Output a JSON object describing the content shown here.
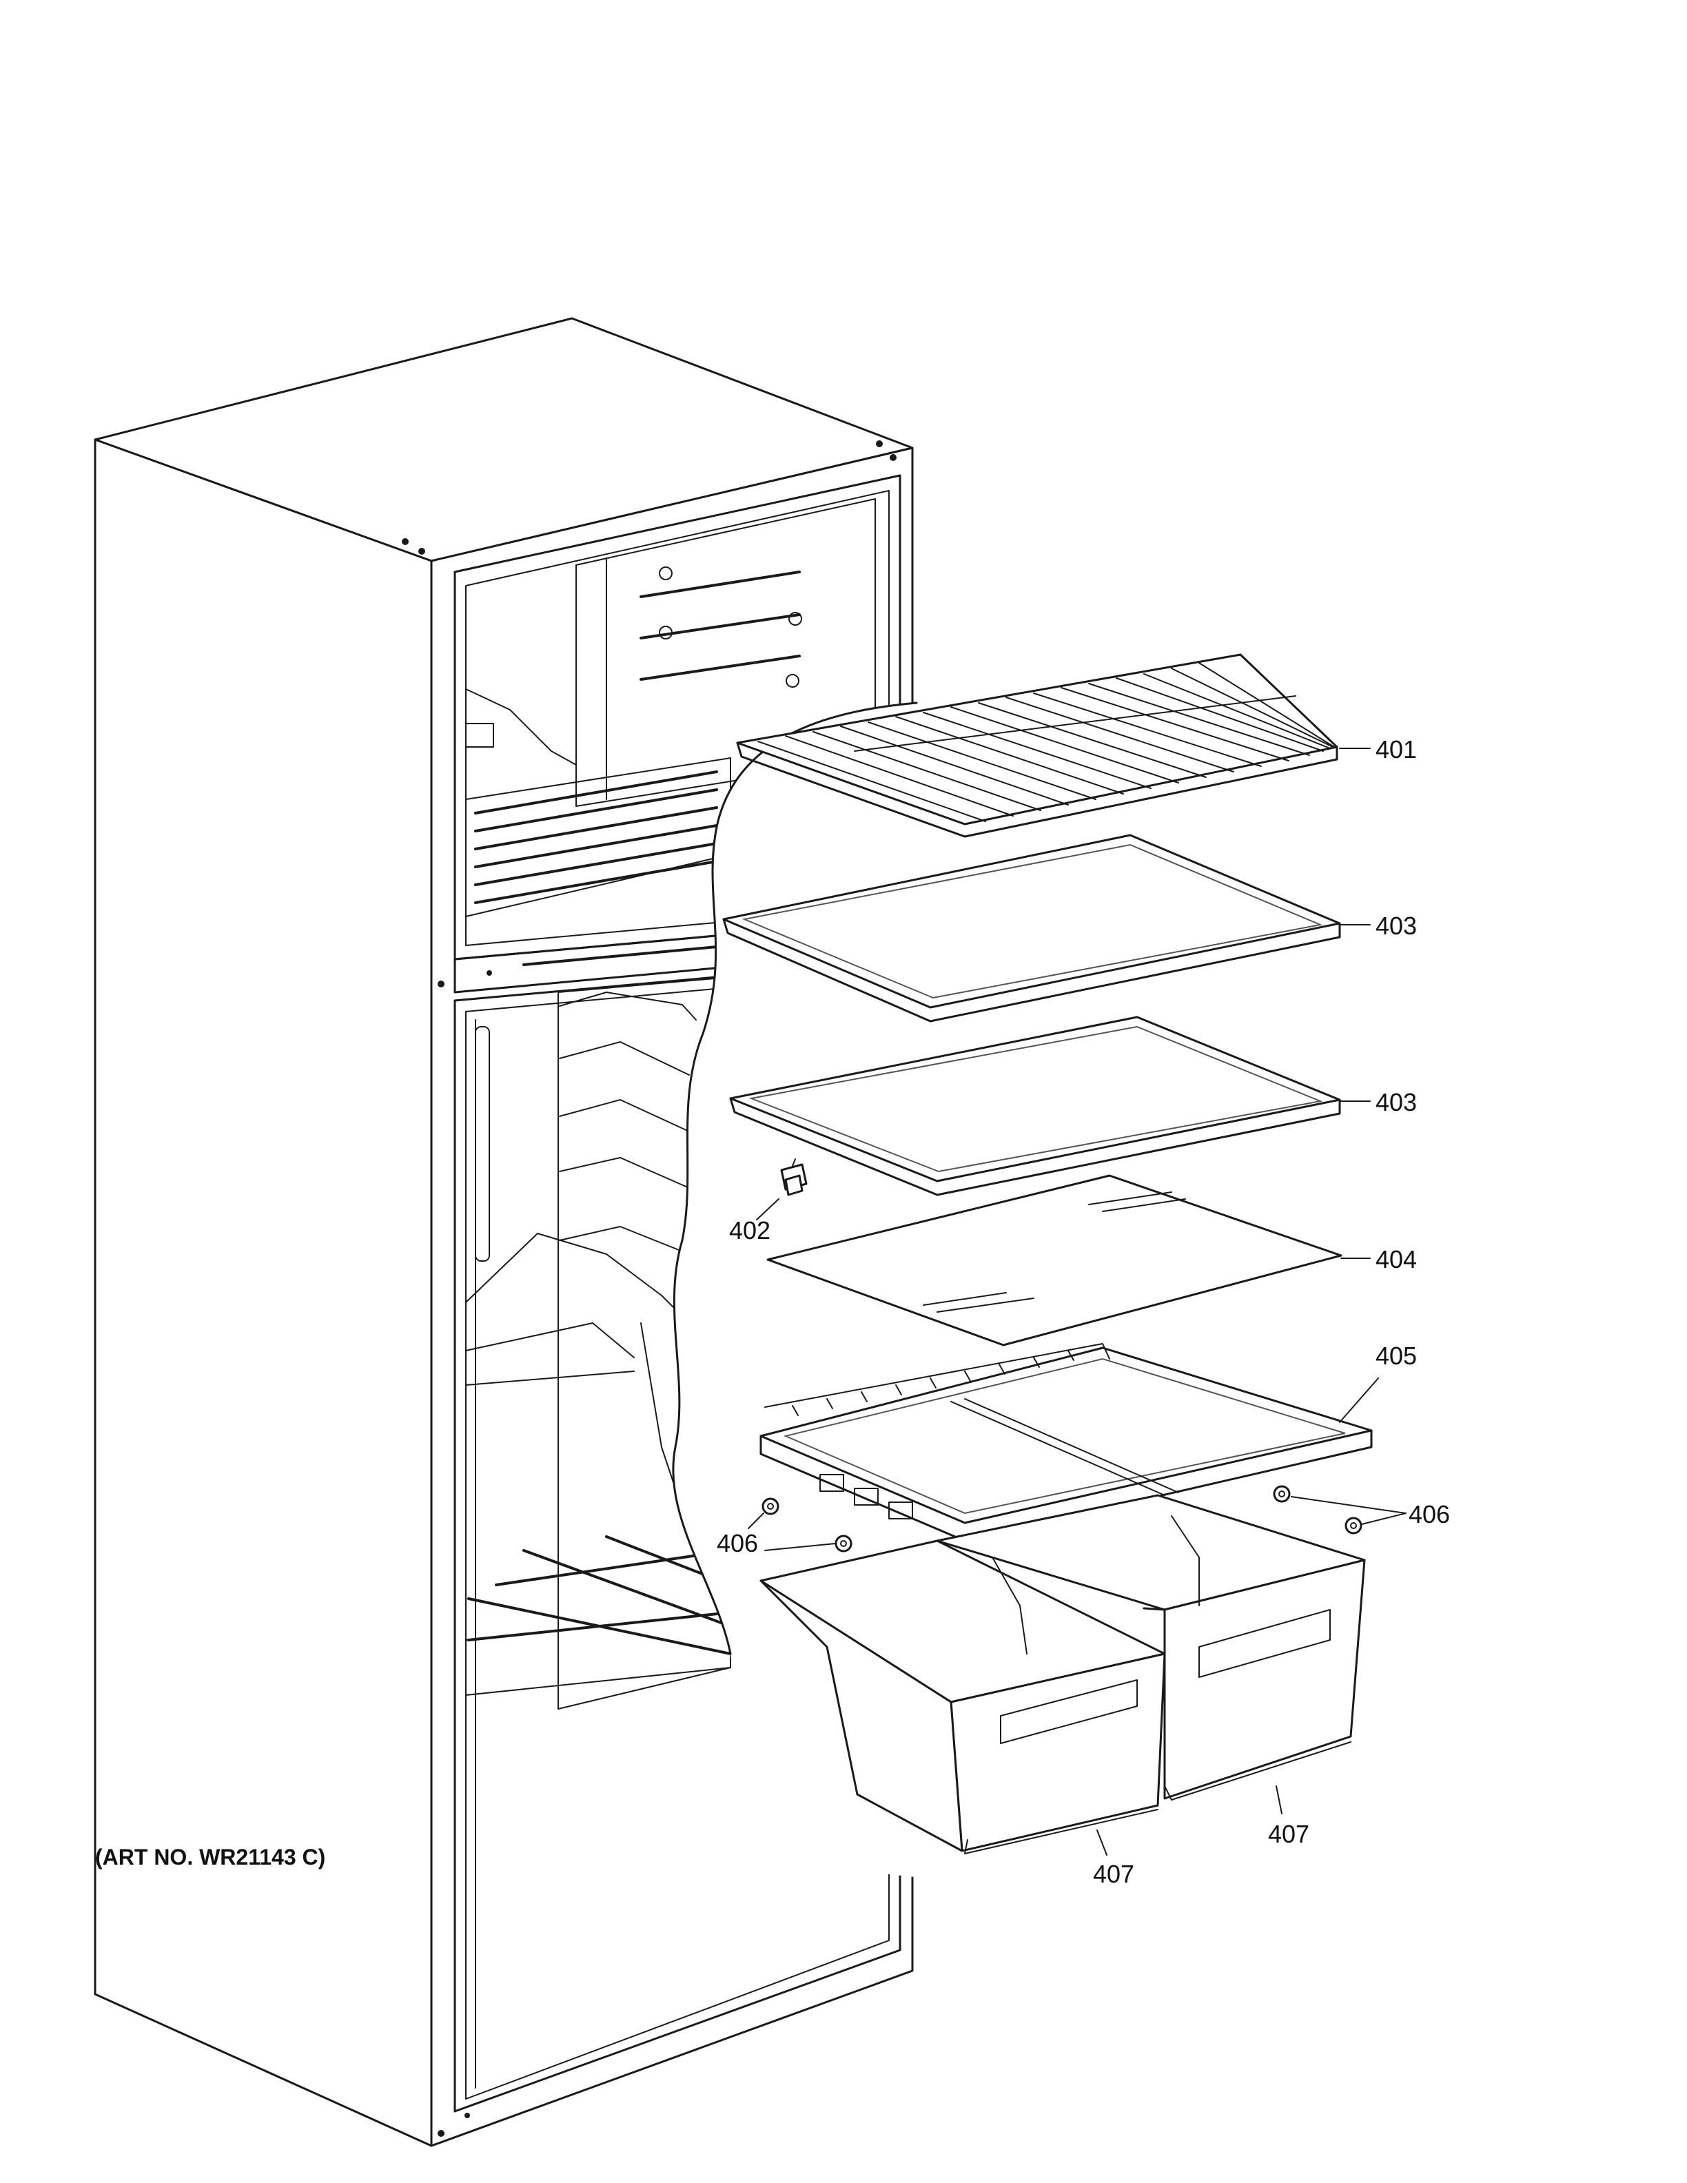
{
  "callouts": {
    "c401": "401",
    "c402": "402",
    "c403a": "403",
    "c403b": "403",
    "c404": "404",
    "c405": "405",
    "c406a": "406",
    "c406b": "406",
    "c407a": "407",
    "c407b": "407"
  },
  "art_number": "(ART NO. WR21143 C)"
}
